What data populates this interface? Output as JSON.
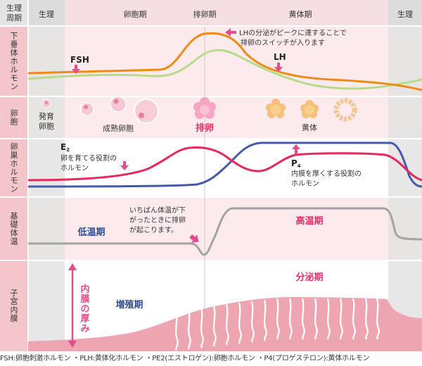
{
  "header": {
    "corner": [
      "生理",
      "周期"
    ],
    "phase_left": "生理",
    "phase_follicular": "卵胞期",
    "phase_ovulation": "排卵期",
    "phase_luteal": "黄体期",
    "phase_right": "生理"
  },
  "rows": {
    "pituitary": "下垂体ホルモン",
    "follicle": "卵胞",
    "ovarian": "卵巣ホルモン",
    "bbt": "基礎体温",
    "uterus": "子宮内膜"
  },
  "pituitary": {
    "fsh_label": "FSH",
    "lh_label": "LH",
    "lh_note": [
      "LHの分泌がピークに達することで",
      "排卵のスイッチが入ります"
    ]
  },
  "follicle": {
    "developing": [
      "発育",
      "卵胞"
    ],
    "mature": "成熟卵胞",
    "ovulation": "排卵",
    "corpus_luteum": "黄体"
  },
  "ovarian": {
    "e2_label": "E",
    "e2_sub": "2",
    "e2_note": [
      "卵を育てる役割の",
      "ホルモン"
    ],
    "p4_label": "P",
    "p4_sub": "4",
    "p4_note": [
      "内膜を厚くする役割の",
      "ホルモン"
    ]
  },
  "bbt": {
    "low": "低温期",
    "high": "高温期",
    "note": [
      "いちばん体温が下",
      "がったときに排卵",
      "が起こります。"
    ]
  },
  "uterus": {
    "thickness": "内膜の厚み",
    "proliferative": "増殖期",
    "secretory": "分泌期"
  },
  "footer": "FSH:卵胞刺激ホルモン ・PLH:黄体化ホルモン ・PE2(エストロゲン):卵胞ホルモン ・P4(プロゲステロン):黄体ホルモン",
  "colors": {
    "pink_band": "#fce8ea",
    "gray_band": "#e4e4e4",
    "label_col": "#f3c6cc",
    "lh_orange": "#f08a16",
    "fsh_green": "#b7db8a",
    "e2_magenta": "#e8285c",
    "p4_blue": "#4459a8",
    "bbt_gray": "#a3a3a3",
    "endometrium": "#eda5b2",
    "arrow_pink": "#e24c8a",
    "text_pink": "#e0316b",
    "text_blue": "#2f4c96"
  }
}
